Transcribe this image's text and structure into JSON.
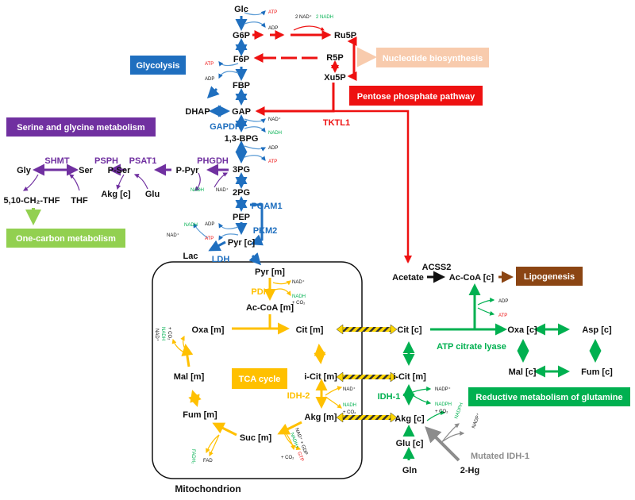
{
  "colors": {
    "glycolysis": "#1f6fbf",
    "ppp": "#ee1111",
    "serine": "#7030a0",
    "onecarbon": "#92d050",
    "tca": "#ffc000",
    "reductive": "#00b050",
    "lipogenesis": "#8b4513",
    "mutant": "#8c8c8c",
    "nucleotide": "#f8cbad",
    "black": "#111111"
  },
  "pathways": {
    "glycolysis": "Glycolysis",
    "ppp": "Pentose phosphate pathway",
    "nucleotide": "Nucleotide biosynthesis",
    "serine": "Serine and glycine metabolism",
    "onecarbon": "One-carbon metabolism",
    "lipogenesis": "Lipogenesis",
    "reductive": "Reductive metabolism of glutamine",
    "tca": "TCA cycle"
  },
  "compartment": "Mitochondrion",
  "metabolites": {
    "glc": "Glc",
    "g6p": "G6P",
    "ru5p": "Ru5P",
    "f6p": "F6P",
    "r5p": "R5P",
    "xu5p": "Xu5P",
    "fbp": "FBP",
    "dhap": "DHAP",
    "gap": "GAP",
    "bpg": "1,3-BPG",
    "pg3": "3PG",
    "pg2": "2PG",
    "pep": "PEP",
    "pyr_c": "Pyr [c]",
    "lac": "Lac",
    "gly": "Gly",
    "ser": "Ser",
    "pser": "P-Ser",
    "ppyr": "P-Pyr",
    "akg_c_ser": "Akg [c]",
    "glu_ser": "Glu",
    "thf_ch2": "5,10-CH₂-THF",
    "thf": "THF",
    "pyr_m": "Pyr [m]",
    "accoa_m": "Ac-CoA [m]",
    "oxa_m": "Oxa [m]",
    "cit_m": "Cit [m]",
    "mal_m": "Mal [m]",
    "icit_m": "i-Cit [m]",
    "fum_m": "Fum [m]",
    "akg_m": "Akg [m]",
    "suc_m": "Suc [m]",
    "acetate": "Acetate",
    "accoa_c": "Ac-CoA [c]",
    "cit_c": "Cit [c]",
    "oxa_c": "Oxa [c]",
    "asp_c": "Asp [c]",
    "mal_c": "Mal [c]",
    "fum_c": "Fum [c]",
    "icit_c": "i-Cit [m]",
    "akg_c": "Akg [c]",
    "glu_c": "Glu [c]",
    "gln": "Gln",
    "hg2": "2-Hg"
  },
  "enzymes": {
    "gapdh": "GAPDH",
    "pgam1": "PGAM1",
    "pkm2": "PKM2",
    "ldh": "LDH",
    "tktl1": "TKTL1",
    "shmt": "SHMT",
    "psph": "PSPH",
    "psat1": "PSAT1",
    "phgdh": "PHGDH",
    "pdh": "PDH",
    "idh2": "IDH-2",
    "acss2": "ACSS2",
    "acly": "ATP citrate lyase",
    "idh1": "IDH-1",
    "midh1": "Mutated IDH-1"
  },
  "cofactors": {
    "atp": "ATP",
    "adp": "ADP",
    "nad": "NAD⁺",
    "nadh": "NADH",
    "nad2": "2 NAD⁺",
    "nadh2": "2 NADH",
    "nadp": "NADP⁺",
    "nadph": "NADPH",
    "co2": "+ CO₂",
    "nadco2": "NADH + CO₂",
    "fadh2": "FADH₂",
    "fad": "FAD",
    "nadgdp": "NAD⁺ + GDP",
    "nadh_plus": "NADH+",
    "gtp": "GTP",
    "co2b": "+ CO₂"
  }
}
